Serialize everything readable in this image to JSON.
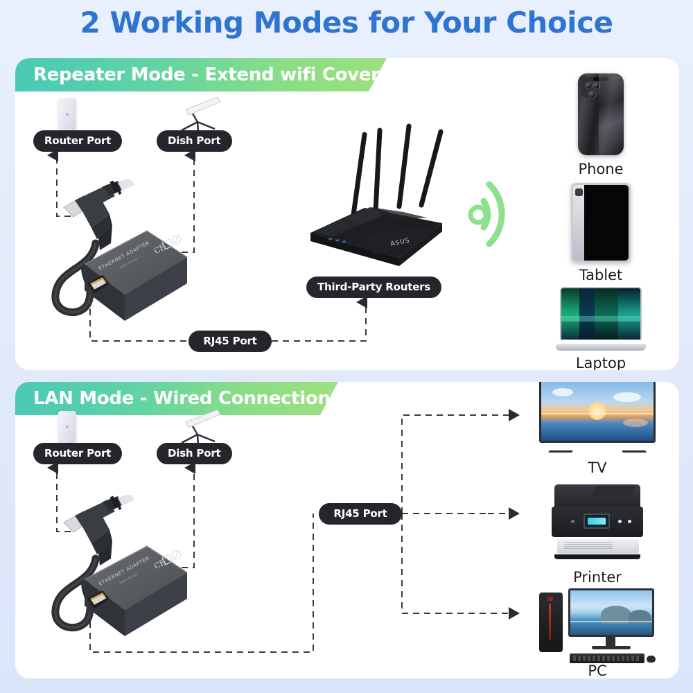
{
  "page": {
    "title": "2 Working Modes for Your Choice",
    "background_color": "#e4ecfb",
    "title_color": "#2f74d0"
  },
  "sections": [
    {
      "id": "repeater",
      "banner_label": "Repeater Mode - Extend wifi Coverage",
      "banner_gradient_from": "#49c9b6",
      "banner_gradient_to": "#9ee07e",
      "port_labels": {
        "router_port": "Router Port",
        "dish_port": "Dish Port",
        "rj45_port": "RJ45 Port"
      },
      "router_label": "Third-Party Routers",
      "wifi_icon_color": "#8fe08c",
      "devices": [
        {
          "name": "Phone",
          "icon": "phone-icon"
        },
        {
          "name": "Tablet",
          "icon": "tablet-icon"
        },
        {
          "name": "Laptop",
          "icon": "laptop-icon"
        }
      ],
      "hardware": [
        {
          "name": "Starlink Router",
          "icon": "starlink-router-icon"
        },
        {
          "name": "Starlink Dish",
          "icon": "satellite-dish-icon"
        },
        {
          "name": "Ethernet Adapter",
          "icon": "ethernet-adapter-icon",
          "body_text": "ETHERNET ADAPTER"
        }
      ]
    },
    {
      "id": "lan",
      "banner_label": "LAN Mode - Wired Connection",
      "banner_gradient_from": "#49c9b6",
      "banner_gradient_to": "#9ee07e",
      "port_labels": {
        "router_port": "Router Port",
        "dish_port": "Dish Port",
        "rj45_port": "RJ45 Port"
      },
      "devices": [
        {
          "name": "TV",
          "icon": "tv-icon"
        },
        {
          "name": "Printer",
          "icon": "printer-icon"
        },
        {
          "name": "PC",
          "icon": "desktop-pc-icon"
        }
      ],
      "hardware": [
        {
          "name": "Starlink Router",
          "icon": "starlink-router-icon"
        },
        {
          "name": "Starlink Dish",
          "icon": "satellite-dish-icon"
        },
        {
          "name": "Ethernet Adapter",
          "icon": "ethernet-adapter-icon",
          "body_text": "ETHERNET ADAPTER"
        }
      ]
    }
  ]
}
